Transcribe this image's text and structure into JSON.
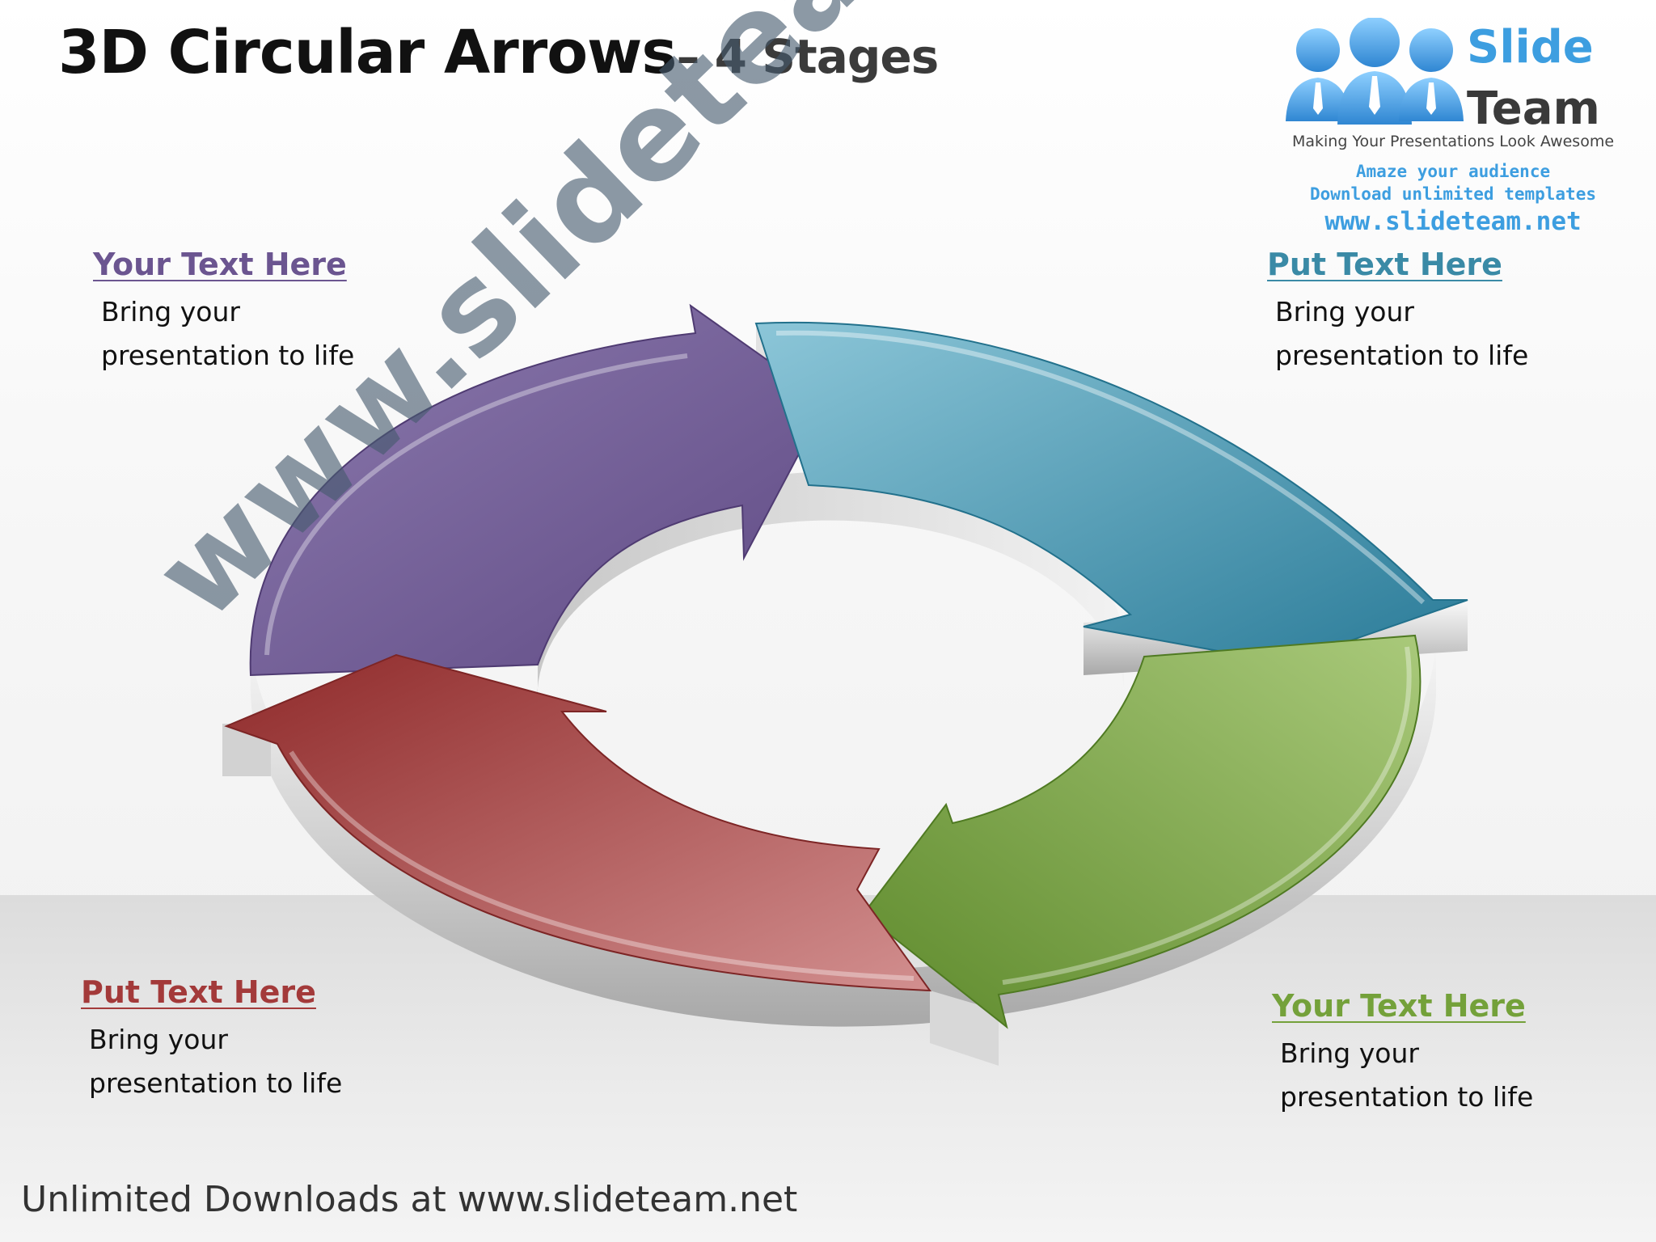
{
  "slide": {
    "title": "3D Circular Arrows",
    "title_suffix": "– 4 Stages"
  },
  "logo": {
    "word1": "Slide",
    "word2": "Team",
    "tagline": "Making Your Presentations Look Awesome",
    "amaze": "Amaze your audience",
    "download": "Download unlimited templates",
    "url": "www.slideteam.net"
  },
  "stages": [
    {
      "heading": "Your Text Here",
      "body": "Bring your presentation to life",
      "color": "#6b5590"
    },
    {
      "heading": "Put Text Here",
      "body": "Bring your presentation to life",
      "color": "#3a8aa6"
    },
    {
      "heading": "Your Text Here",
      "body": "Bring your presentation to life",
      "color": "#74a13a"
    },
    {
      "heading": "Put Text Here",
      "body": "Bring your presentation to life",
      "color": "#a33a3a"
    }
  ],
  "watermark": "www.slideteam.net",
  "footer": "Unlimited Downloads at www.slideteam.net"
}
